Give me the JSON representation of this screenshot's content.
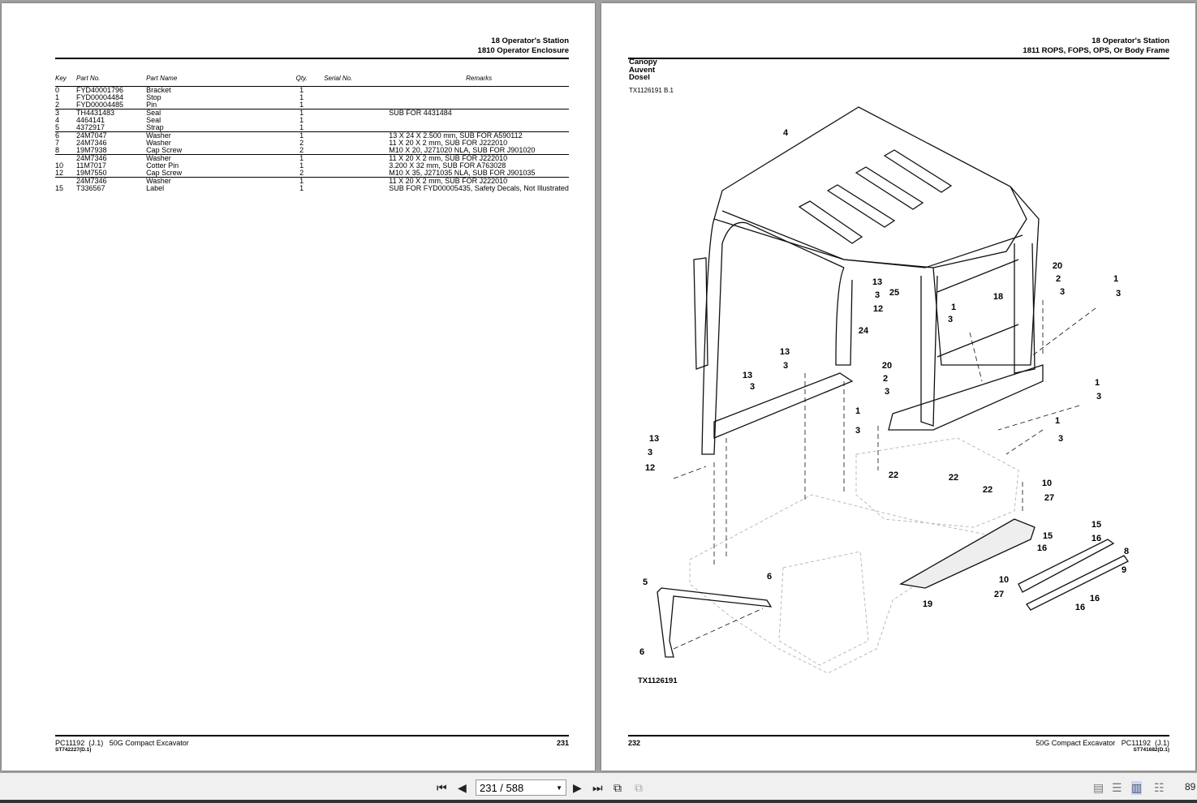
{
  "left_page": {
    "header": {
      "line1": "18 Operator's Station",
      "line2": "1810 Operator Enclosure"
    },
    "columns": [
      "Key",
      "Part No.",
      "Part Name",
      "Qty.",
      "Serial No.",
      "Remarks"
    ],
    "groups": [
      [
        [
          "0",
          "FYD40001796",
          "Bracket",
          "1",
          "",
          ""
        ],
        [
          "1",
          "FYD00004484",
          "Stop",
          "1",
          "",
          ""
        ],
        [
          "2",
          "FYD00004485",
          "Pin",
          "1",
          "",
          ""
        ]
      ],
      [
        [
          "3",
          "TH4431483",
          "Seal",
          "1",
          "",
          "SUB FOR 4431484"
        ],
        [
          "4",
          "4464141",
          "Seal",
          "1",
          "",
          ""
        ],
        [
          "5",
          "4372917",
          "Strap",
          "1",
          "",
          ""
        ]
      ],
      [
        [
          "6",
          "24M7047",
          "Washer",
          "1",
          "",
          "13 X 24 X 2.500 mm, SUB FOR A590112"
        ],
        [
          "7",
          "24M7346",
          "Washer",
          "2",
          "",
          "11 X 20 X 2 mm, SUB FOR J222010"
        ],
        [
          "8",
          "19M7938",
          "Cap Screw",
          "2",
          "",
          "M10 X 20, J271020 NLA, SUB FOR J901020"
        ]
      ],
      [
        [
          "",
          "24M7346",
          "Washer",
          "1",
          "",
          "11 X 20 X 2 mm, SUB FOR J222010"
        ],
        [
          "10",
          "11M7017",
          "Cotter Pin",
          "1",
          "",
          "3.200 X 32 mm, SUB FOR A763028"
        ],
        [
          "12",
          "19M7550",
          "Cap Screw",
          "2",
          "",
          "M10 X 35, J271035 NLA, SUB FOR J901035"
        ]
      ],
      [
        [
          "",
          "24M7346",
          "Washer",
          "1",
          "",
          "11 X 20 X 2 mm, SUB FOR J222010"
        ],
        [
          "15",
          "T336567",
          "Label",
          "1",
          "",
          "SUB FOR FYD00005435, Safety Decals, Not Illustrated"
        ]
      ]
    ],
    "footer": {
      "doc": "PC11192  (J.1)   50G Compact Excavator",
      "page": "231",
      "code": "ST742227(D.1)"
    }
  },
  "right_page": {
    "header": {
      "line1": "18 Operator's Station",
      "line2": "1811 ROPS, FOPS, OPS, Or Body Frame"
    },
    "titles": [
      "Canopy",
      "Auvent",
      "Dosel"
    ],
    "ref": "TX1126191 B.1",
    "figure_label": "TX1126191",
    "callouts": [
      "4",
      "20",
      "2",
      "3",
      "1",
      "3",
      "18",
      "13",
      "3",
      "25",
      "12",
      "1",
      "3",
      "24",
      "13",
      "3",
      "20",
      "2",
      "3",
      "13",
      "3",
      "1",
      "3",
      "1",
      "3",
      "1",
      "3",
      "13",
      "3",
      "12",
      "22",
      "22",
      "22",
      "10",
      "27",
      "15",
      "15",
      "16",
      "16",
      "8",
      "9",
      "10",
      "27",
      "16",
      "16",
      "19",
      "5",
      "6",
      "6"
    ],
    "footer": {
      "page": "232",
      "doc": "50G Compact Excavator   PC11192  (J.1)",
      "code": "ST741682(D.1)"
    }
  },
  "toolbar": {
    "page_indicator": "231 / 588",
    "zoom": "89"
  }
}
